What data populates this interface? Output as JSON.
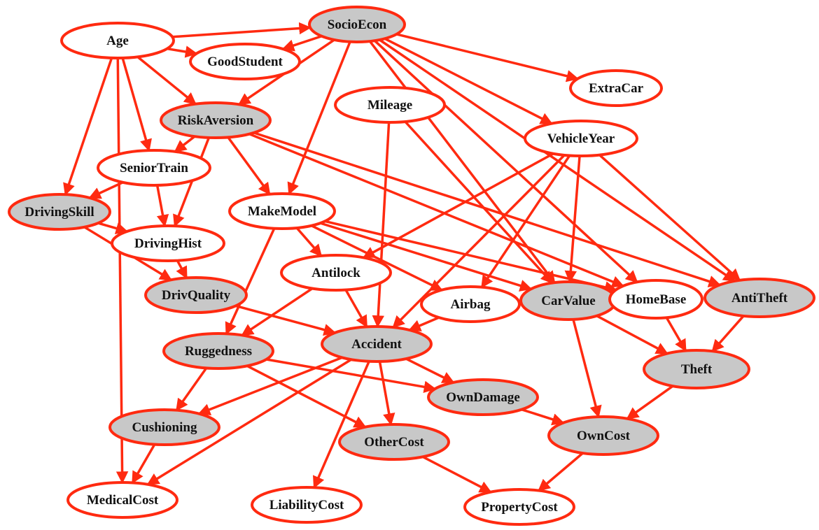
{
  "colors": {
    "edge": "#ff2a10",
    "shaded": "#c8c8c8",
    "plain": "#ffffff"
  },
  "nodes": [
    {
      "id": "Age",
      "label": "Age",
      "shaded": false
    },
    {
      "id": "SocioEcon",
      "label": "SocioEcon",
      "shaded": true
    },
    {
      "id": "GoodStudent",
      "label": "GoodStudent",
      "shaded": false
    },
    {
      "id": "ExtraCar",
      "label": "ExtraCar",
      "shaded": false
    },
    {
      "id": "Mileage",
      "label": "Mileage",
      "shaded": false
    },
    {
      "id": "RiskAversion",
      "label": "RiskAversion",
      "shaded": true
    },
    {
      "id": "VehicleYear",
      "label": "VehicleYear",
      "shaded": false
    },
    {
      "id": "SeniorTrain",
      "label": "SeniorTrain",
      "shaded": false
    },
    {
      "id": "DrivingSkill",
      "label": "DrivingSkill",
      "shaded": true
    },
    {
      "id": "MakeModel",
      "label": "MakeModel",
      "shaded": false
    },
    {
      "id": "DrivingHist",
      "label": "DrivingHist",
      "shaded": false
    },
    {
      "id": "Antilock",
      "label": "Antilock",
      "shaded": false
    },
    {
      "id": "DrivQuality",
      "label": "DrivQuality",
      "shaded": true
    },
    {
      "id": "Airbag",
      "label": "Airbag",
      "shaded": false
    },
    {
      "id": "CarValue",
      "label": "CarValue",
      "shaded": true
    },
    {
      "id": "HomeBase",
      "label": "HomeBase",
      "shaded": false
    },
    {
      "id": "AntiTheft",
      "label": "AntiTheft",
      "shaded": true
    },
    {
      "id": "Accident",
      "label": "Accident",
      "shaded": true
    },
    {
      "id": "Ruggedness",
      "label": "Ruggedness",
      "shaded": true
    },
    {
      "id": "Theft",
      "label": "Theft",
      "shaded": true
    },
    {
      "id": "OwnDamage",
      "label": "OwnDamage",
      "shaded": true
    },
    {
      "id": "Cushioning",
      "label": "Cushioning",
      "shaded": true
    },
    {
      "id": "OtherCost",
      "label": "OtherCost",
      "shaded": true
    },
    {
      "id": "OwnCost",
      "label": "OwnCost",
      "shaded": true
    },
    {
      "id": "MedicalCost",
      "label": "MedicalCost",
      "shaded": false
    },
    {
      "id": "LiabilityCost",
      "label": "LiabilityCost",
      "shaded": false
    },
    {
      "id": "PropertyCost",
      "label": "PropertyCost",
      "shaded": false
    }
  ],
  "edges": [
    [
      "Age",
      "SocioEcon"
    ],
    [
      "Age",
      "GoodStudent"
    ],
    [
      "SocioEcon",
      "GoodStudent"
    ],
    [
      "Age",
      "RiskAversion"
    ],
    [
      "SocioEcon",
      "RiskAversion"
    ],
    [
      "Age",
      "SeniorTrain"
    ],
    [
      "RiskAversion",
      "SeniorTrain"
    ],
    [
      "Age",
      "DrivingSkill"
    ],
    [
      "SeniorTrain",
      "DrivingSkill"
    ],
    [
      "Age",
      "MedicalCost"
    ],
    [
      "SocioEcon",
      "ExtraCar"
    ],
    [
      "SocioEcon",
      "MakeModel"
    ],
    [
      "RiskAversion",
      "MakeModel"
    ],
    [
      "SocioEcon",
      "VehicleYear"
    ],
    [
      "SocioEcon",
      "HomeBase"
    ],
    [
      "SocioEcon",
      "CarValue"
    ],
    [
      "RiskAversion",
      "HomeBase"
    ],
    [
      "RiskAversion",
      "AntiTheft"
    ],
    [
      "SocioEcon",
      "AntiTheft"
    ],
    [
      "RiskAversion",
      "DrivingHist"
    ],
    [
      "SeniorTrain",
      "DrivingHist"
    ],
    [
      "DrivingSkill",
      "DrivingHist"
    ],
    [
      "DrivingSkill",
      "DrivQuality"
    ],
    [
      "DrivingHist",
      "DrivQuality"
    ],
    [
      "Mileage",
      "Accident"
    ],
    [
      "Mileage",
      "CarValue"
    ],
    [
      "MakeModel",
      "Antilock"
    ],
    [
      "VehicleYear",
      "Antilock"
    ],
    [
      "MakeModel",
      "Airbag"
    ],
    [
      "VehicleYear",
      "Airbag"
    ],
    [
      "MakeModel",
      "CarValue"
    ],
    [
      "VehicleYear",
      "CarValue"
    ],
    [
      "VehicleYear",
      "AntiTheft"
    ],
    [
      "MakeModel",
      "Ruggedness"
    ],
    [
      "VehicleYear",
      "Accident"
    ],
    [
      "MakeModel",
      "HomeBase"
    ],
    [
      "Antilock",
      "Accident"
    ],
    [
      "DrivQuality",
      "Accident"
    ],
    [
      "Airbag",
      "Accident"
    ],
    [
      "Antilock",
      "Ruggedness"
    ],
    [
      "Ruggedness",
      "Cushioning"
    ],
    [
      "Ruggedness",
      "OwnDamage"
    ],
    [
      "Ruggedness",
      "OtherCost"
    ],
    [
      "Accident",
      "Cushioning"
    ],
    [
      "Accident",
      "MedicalCost"
    ],
    [
      "Accident",
      "LiabilityCost"
    ],
    [
      "Accident",
      "OtherCost"
    ],
    [
      "Accident",
      "OwnDamage"
    ],
    [
      "Cushioning",
      "MedicalCost"
    ],
    [
      "CarValue",
      "Theft"
    ],
    [
      "HomeBase",
      "Theft"
    ],
    [
      "AntiTheft",
      "Theft"
    ],
    [
      "CarValue",
      "OwnCost"
    ],
    [
      "Theft",
      "OwnCost"
    ],
    [
      "OwnDamage",
      "OwnCost"
    ],
    [
      "OtherCost",
      "PropertyCost"
    ],
    [
      "OwnCost",
      "PropertyCost"
    ]
  ]
}
